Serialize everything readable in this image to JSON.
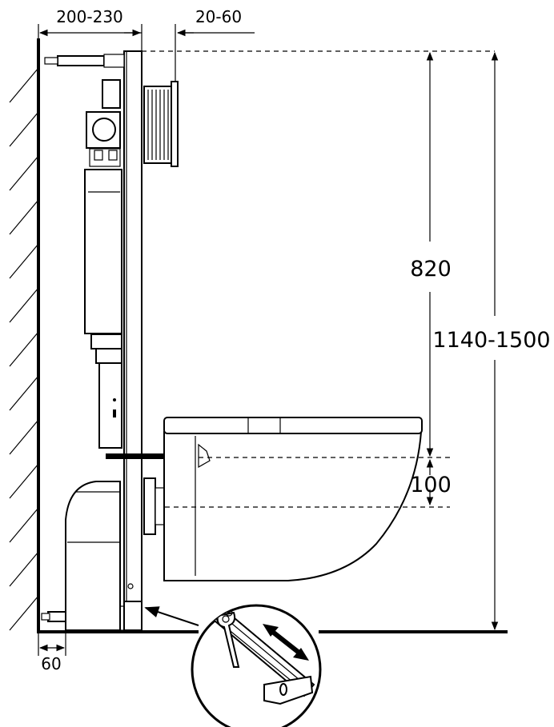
{
  "dimensions": {
    "frame_depth": "200-230",
    "wall_finish": "20-60",
    "flush_height": "820",
    "total_height": "1140-1500",
    "pipe_spacing": "100",
    "floor_offset": "60"
  },
  "colors": {
    "line": "#000000",
    "background": "#ffffff"
  },
  "icons": {
    "wall": "hatched-wall-icon",
    "detail": "magnified-foot-bracket-icon",
    "adjust": "double-arrow-icon"
  }
}
